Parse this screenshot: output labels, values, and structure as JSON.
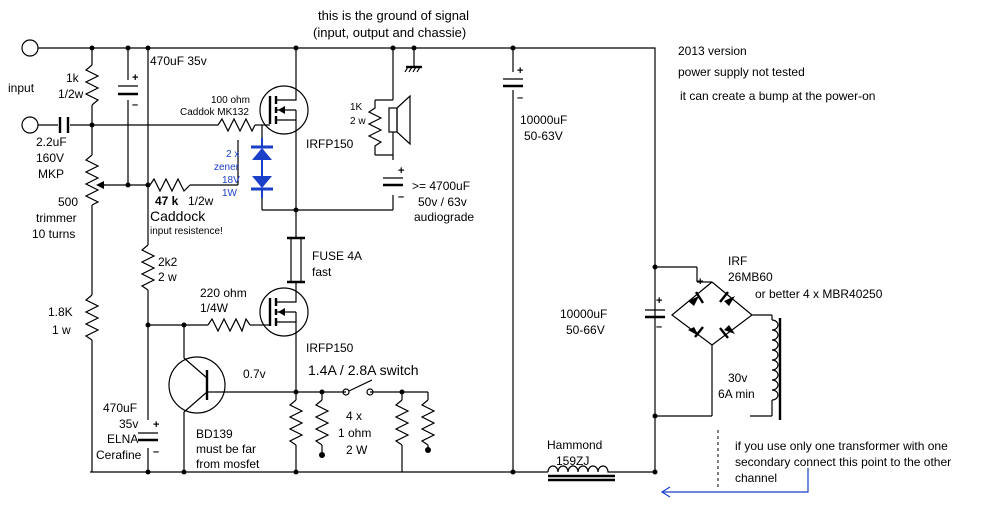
{
  "header": {
    "ground_note_line1": "this is the ground of signal",
    "ground_note_line2": "(input, output and chassie)"
  },
  "notes": {
    "version": "2013 version",
    "not_tested": "power supply not tested",
    "bump": "it can create a bump at the power-on",
    "transformer_line1": "if you use only one transformer with one",
    "transformer_line2": "secondary connect this point to the other",
    "transformer_line3": "channel"
  },
  "labels": {
    "input": "input",
    "r_in_1": "1k",
    "r_in_2": "1/2w",
    "c_in_1": "470uF 35v",
    "r_gate_1": "100 ohm",
    "r_gate_2": "Caddok MK132",
    "r_out_1": "1K",
    "r_out_2": "2 w",
    "c_cpl_1": "2.2uF",
    "c_cpl_2": "160V",
    "c_cpl_3": "MKP",
    "zener_1": "2 x",
    "zener_2": "zener",
    "zener_3": "18V",
    "zener_4": "1W",
    "q1": "IRFP150",
    "r_fb_1": "47 k",
    "r_fb_2": "1/2w",
    "r_fb_3": "Caddock",
    "r_fb_4": "input resistence!",
    "trim_1": "500",
    "trim_2": "trimmer",
    "trim_3": "10 turns",
    "c_out_1": ">= 4700uF",
    "c_out_2": "50v / 63v",
    "c_out_3": "audiograde",
    "fuse_1": "FUSE 4A",
    "fuse_2": "fast",
    "r_2k2_1": "2k2",
    "r_2k2_2": "2 w",
    "r_220_1": "220 ohm",
    "r_220_2": "1/4W",
    "q2": "IRFP150",
    "r_1k8_1": "1.8K",
    "r_1k8_2": "1 w",
    "v_07": "0.7v",
    "switch": "1.4A / 2.8A switch",
    "r_sense_1": "4 x",
    "r_sense_2": "1 ohm",
    "r_sense_3": "2 W",
    "c_elna_1": "470uF",
    "c_elna_2": "35v",
    "c_elna_3": "ELNA",
    "c_elna_4": "Cerafine",
    "bd_1": "BD139",
    "bd_2": "must be far",
    "bd_3": "from mosfet",
    "c_big1_1": "10000uF",
    "c_big1_2": "50-63V",
    "c_big2_1": "10000uF",
    "c_big2_2": "50-66V",
    "choke_1": "Hammond",
    "choke_2": "159ZJ",
    "bridge_1": "IRF",
    "bridge_2": "26MB60",
    "bridge_3": "or better 4 x MBR40250",
    "trafo_1": "30v",
    "trafo_2": "6A min",
    "plus": "+",
    "minus": "–"
  },
  "colors": {
    "wire": "#000000",
    "zener": "#1a3fc8",
    "arrow": "#1a3fc8",
    "background": "#ffffff"
  }
}
